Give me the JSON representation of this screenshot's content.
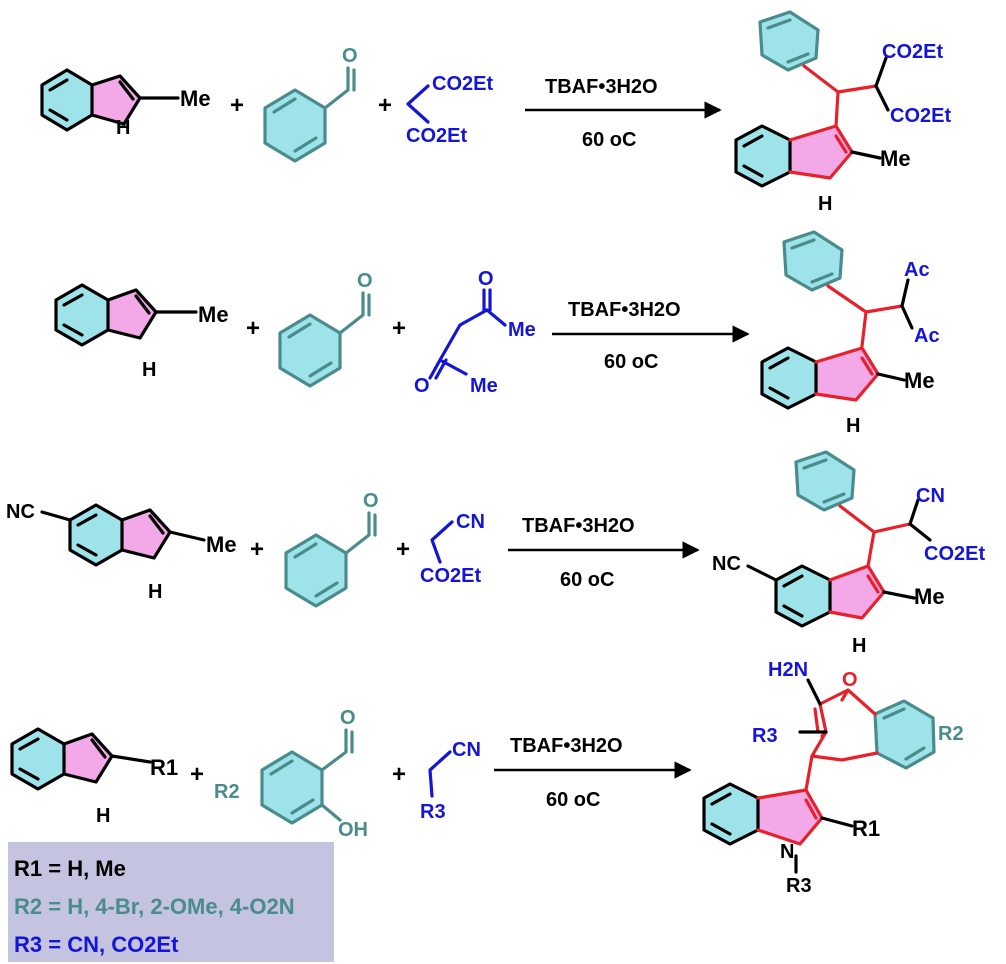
{
  "colors": {
    "black": "#000000",
    "teal": "#4a8c8c",
    "red": "#e8202a",
    "blue": "#1515d8",
    "ring_cyan": "#9fe3ea",
    "ring_pink": "#f3a8e8",
    "legend_bg": "#c4c4e0"
  },
  "reactions": [
    {
      "reagent_labels": {
        "me": "Me",
        "nh": "H",
        "o": "O",
        "ester_top": "CO2Et",
        "ester_bottom": "CO2Et"
      },
      "conditions": {
        "catalyst": "TBAF•3H2O",
        "temperature": "60 oC"
      },
      "product_labels": {
        "ester_top": "CO2Et",
        "ester_bottom": "CO2Et",
        "me": "Me",
        "nh": "H"
      }
    },
    {
      "reagent_labels": {
        "me": "Me",
        "nh": "H",
        "o": "O",
        "o_top": "O",
        "me_top": "Me",
        "o_bottom": "O",
        "me_bottom": "Me"
      },
      "conditions": {
        "catalyst": "TBAF•3H2O",
        "temperature": "60 oC"
      },
      "product_labels": {
        "ac_top": "Ac",
        "ac_bottom": "Ac",
        "me": "Me",
        "nh": "H"
      }
    },
    {
      "reagent_labels": {
        "nc": "NC",
        "me": "Me",
        "nh": "H",
        "o": "O",
        "cn": "CN",
        "ester": "CO2Et"
      },
      "conditions": {
        "catalyst": "TBAF•3H2O",
        "temperature": "60 oC"
      },
      "product_labels": {
        "nc": "NC",
        "cn": "CN",
        "ester": "CO2Et",
        "me": "Me",
        "nh": "H"
      }
    },
    {
      "reagent_labels": {
        "r1": "R1",
        "nh": "H",
        "r2": "R2",
        "o": "O",
        "oh": "OH",
        "cn": "CN",
        "r3": "R3"
      },
      "conditions": {
        "catalyst": "TBAF•3H2O",
        "temperature": "60 oC"
      },
      "product_labels": {
        "h2n": "H2N",
        "o": "O",
        "r3": "R3",
        "r2": "R2",
        "r1": "R1",
        "n": "N",
        "n_r3": "R3"
      }
    }
  ],
  "plus": "+",
  "legend": {
    "r1": "R1 = H, Me",
    "r2": "R2 = H, 4-Br, 2-OMe, 4-O2N",
    "r3": "R3 = CN, CO2Et"
  }
}
